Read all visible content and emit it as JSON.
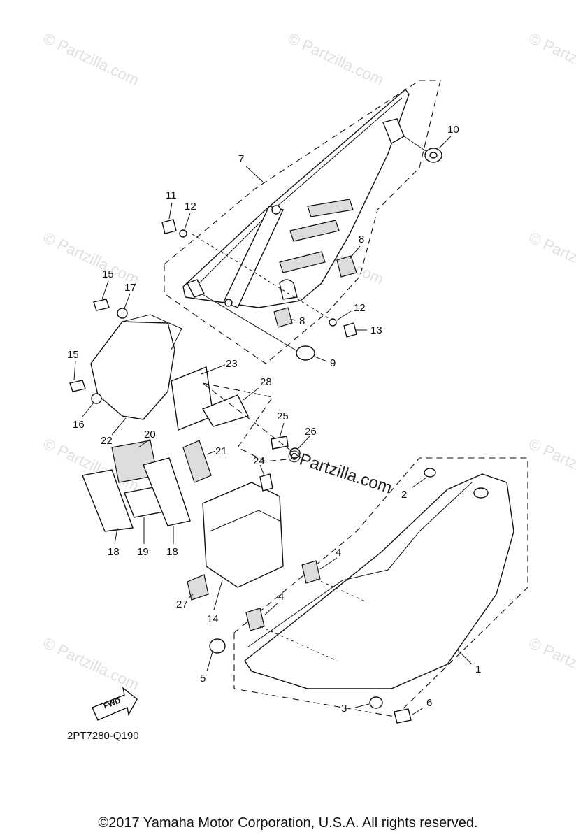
{
  "callouts": [
    "1",
    "2",
    "3",
    "4",
    "4",
    "5",
    "6",
    "7",
    "8",
    "8",
    "9",
    "10",
    "11",
    "12",
    "12",
    "13",
    "14",
    "15",
    "15",
    "16",
    "17",
    "18",
    "18",
    "19",
    "20",
    "21",
    "22",
    "23",
    "24",
    "25",
    "26",
    "27",
    "28"
  ],
  "diagram_code": "2PT7280-Q190",
  "fwd_label": "FWD",
  "copyright": "©2017 Yamaha Motor Corporation, U.S.A. All rights reserved.",
  "watermark_center": "©Partzilla.com",
  "watermark": "© Partzilla.com",
  "colors": {
    "line": "#111111",
    "watermark": "#c8c8c8",
    "background": "#ffffff"
  }
}
